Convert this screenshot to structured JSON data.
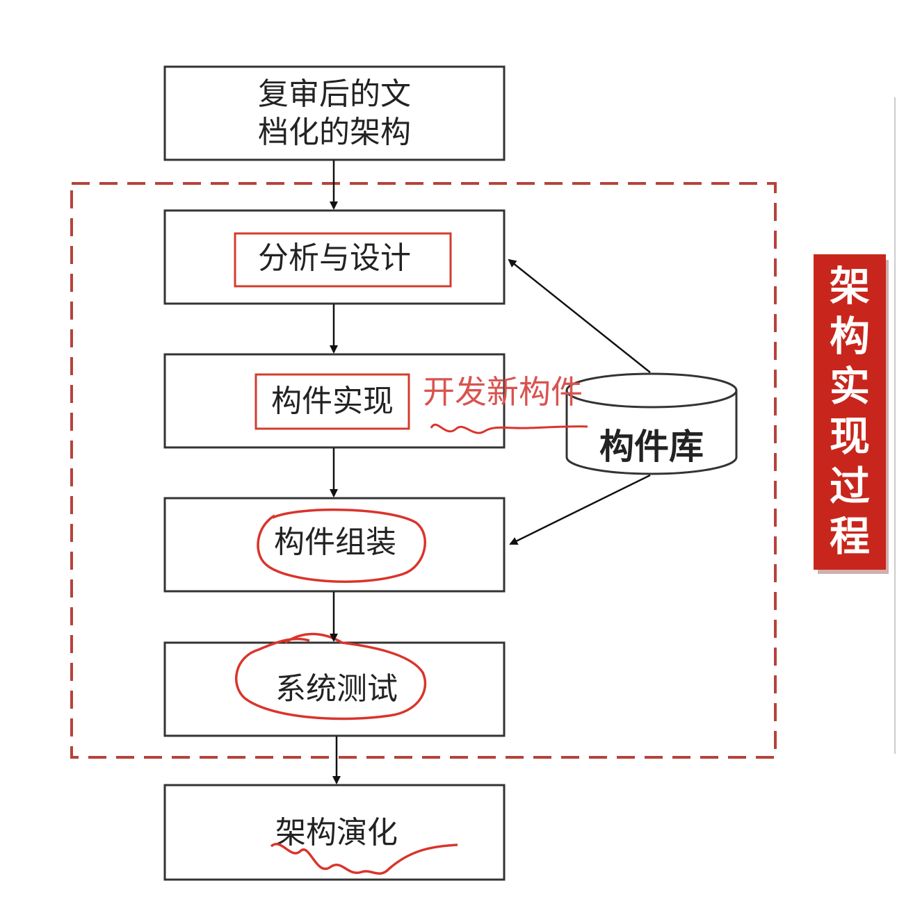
{
  "diagram": {
    "top_box": {
      "line1": "复审后的文",
      "line2": "档化的架构"
    },
    "steps": {
      "analysis": "分析与设计",
      "implement": "构件实现",
      "assemble": "构件组装",
      "test": "系统测试",
      "evolve": "架构演化"
    },
    "component_library": "构件库",
    "annotation": "开发新构件",
    "side_label": [
      "架",
      "构",
      "实",
      "现",
      "过",
      "程"
    ],
    "colors": {
      "box_border": "#333333",
      "dashed_border": "#b5433c",
      "highlight_red": "#d23c2e",
      "side_bg": "#c8261c",
      "ink_red": "#d9534f"
    }
  }
}
